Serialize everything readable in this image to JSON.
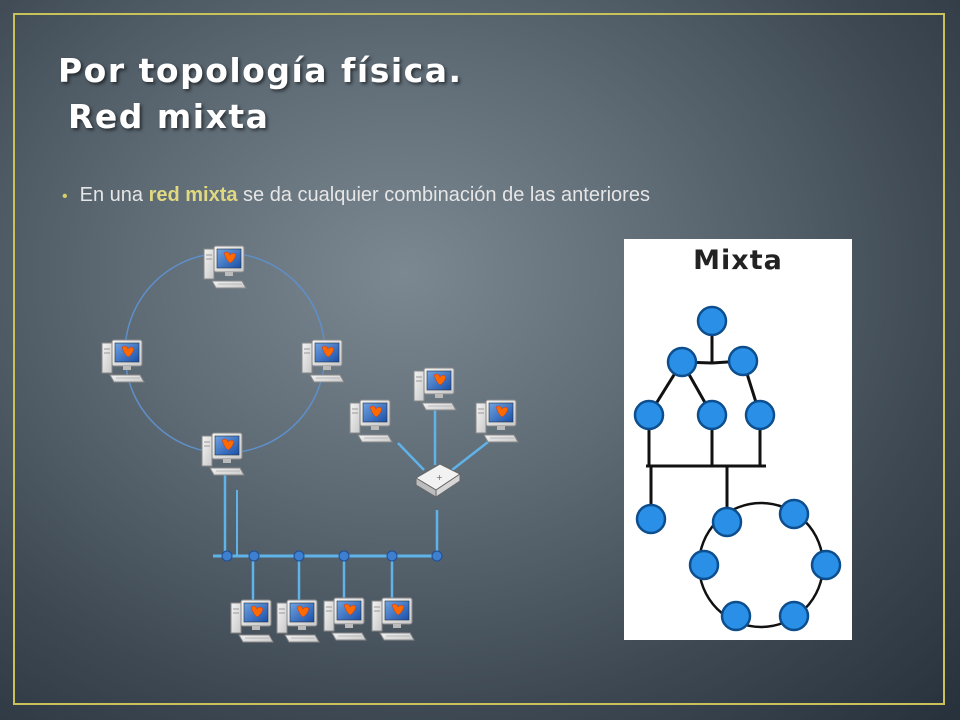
{
  "slide": {
    "title_line1": "Por topología física.",
    "title_line2": "Red mixta",
    "bullet": {
      "before": "En una ",
      "highlight": "red mixta",
      "after": " se da cualquier combinación de las anteriores"
    }
  },
  "diagram_panel": {
    "title": "Mixta"
  },
  "colors": {
    "frame": "#c9c25a",
    "node_fill": "#2a8fe6",
    "node_stroke": "#0d4f8e",
    "link_blue": "#5fb3e8",
    "highlight_text": "#e0d981"
  },
  "icons": [
    "computer-icon",
    "hub-icon"
  ]
}
